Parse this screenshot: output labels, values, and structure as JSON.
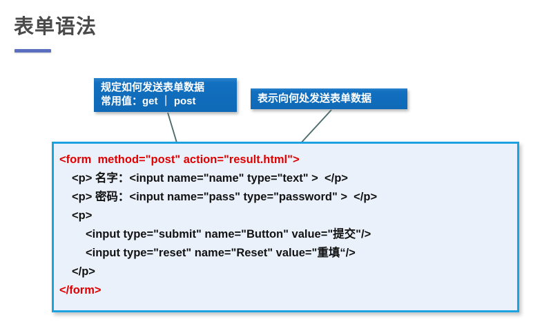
{
  "slide": {
    "title": "表单语法",
    "accent_underline_color": "#5b6fc0",
    "title_color": "#4a4a4a"
  },
  "callouts": [
    {
      "name": "method-callout",
      "lines": [
        "规定如何发送表单数据",
        "常用值：get ｜ post"
      ],
      "bg_color": "#1270c0",
      "text_color": "#ffffff",
      "points_to": "post"
    },
    {
      "name": "action-callout",
      "lines": [
        "表示向何处发送表单数据"
      ],
      "bg_color": "#1270c0",
      "text_color": "#ffffff",
      "points_to": "result.html"
    }
  ],
  "code_block": {
    "border_color": "#1ca2e0",
    "background_color": "#eaf1fb",
    "tag_color": "#e00000",
    "text_color": "#121212",
    "lines": [
      {
        "indent": 0,
        "color": "tag-red",
        "text": "<form  method=\"post\" action=\"result.html\">"
      },
      {
        "indent": 1,
        "color": "plain",
        "text": "<p> 名字：<input name=\"name\" type=\"text\" >  </p>"
      },
      {
        "indent": 1,
        "color": "plain",
        "text": "<p> 密码：<input name=\"pass\" type=\"password\" >  </p>"
      },
      {
        "indent": 1,
        "color": "plain",
        "text": "<p>"
      },
      {
        "indent": 2,
        "color": "plain",
        "text": "<input type=\"submit\" name=\"Button\" value=\"提交\"/>"
      },
      {
        "indent": 2,
        "color": "plain",
        "text": "<input type=\"reset\" name=\"Reset\" value=\"重填“/>"
      },
      {
        "indent": 1,
        "color": "plain",
        "text": "</p>"
      },
      {
        "indent": 0,
        "color": "tag-red",
        "text": "</form>"
      }
    ]
  },
  "arrows": [
    {
      "name": "arrow-method-to-post",
      "color": "#4a6b6b"
    },
    {
      "name": "arrow-action-to-result",
      "color": "#4a6b6b"
    }
  ]
}
